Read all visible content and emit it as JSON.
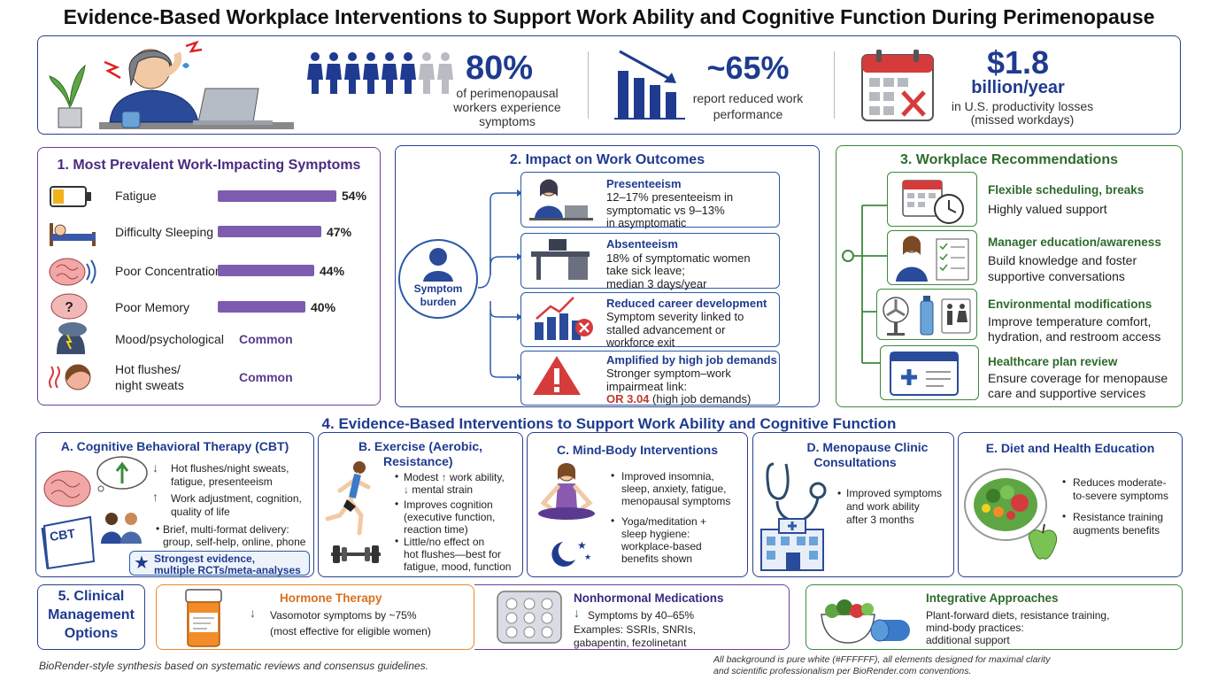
{
  "title": "Evidence-Based Workplace Interventions to Support Work Ability and Cognitive Function During Perimenopause",
  "stats": [
    {
      "value": "80%",
      "desc": "of perimenopausal workers experience symptoms",
      "people_filled": 6,
      "people_total": 8
    },
    {
      "value": "~65%",
      "desc": "report reduced work performance"
    },
    {
      "value": "$1.8",
      "value2": "billion/year",
      "desc": "in U.S. productivity losses (missed workdays)"
    }
  ],
  "symptoms": {
    "title": "1. Most Prevalent Work-Impacting Symptoms",
    "items": [
      {
        "label": "Fatigue",
        "value": "54%",
        "pct": 54,
        "icon": "battery-low-icon"
      },
      {
        "label": "Difficulty Sleeping",
        "value": "47%",
        "pct": 47,
        "icon": "bed-icon"
      },
      {
        "label": "Poor Concentration",
        "value": "44%",
        "pct": 44,
        "icon": "brain-waves-icon"
      },
      {
        "label": "Poor Memory",
        "value": "40%",
        "pct": 40,
        "icon": "brain-question-icon"
      },
      {
        "label": "Mood/psychological",
        "value": "Common",
        "icon": "storm-head-icon"
      },
      {
        "label": "Hot flushes/",
        "label2": "night sweats",
        "value": "Common",
        "icon": "hot-flush-woman-icon"
      }
    ]
  },
  "impact": {
    "title": "2. Impact on Work Outcomes",
    "center_label": "Symptom",
    "center_label2": "burden",
    "items": [
      {
        "title": "Presenteeism",
        "lines": [
          "12–17% presenteeism in",
          "symptomatic vs 9–13%",
          "in asymptomatic"
        ]
      },
      {
        "title": "Absenteeism",
        "lines": [
          "18% of symptomatic women",
          "take sick leave;",
          "median 3 days/year"
        ]
      },
      {
        "title": "Reduced career development",
        "lines": [
          "Symptom severity linked to",
          "stalled advancement or",
          "workforce exit"
        ]
      },
      {
        "title": "Amplified by high job demands",
        "lines": [
          "Stronger symptom–work",
          "impairmeat link:"
        ],
        "or_value": "OR 3.04",
        "or_suffix": " (high job demands)"
      }
    ]
  },
  "recs": {
    "title": "3. Workplace Recommendations",
    "items": [
      {
        "title": "Flexible scheduling, breaks",
        "lines": [
          "Highly valued support"
        ]
      },
      {
        "title": "Manager education/awareness",
        "lines": [
          "Build knowledge and foster",
          "supportive conversations"
        ]
      },
      {
        "title": "Environmental modifications",
        "lines": [
          "Improve temperature comfort,",
          "hydration, and restroom access"
        ]
      },
      {
        "title": "Healthcare plan review",
        "lines": [
          "Ensure coverage for menopause",
          "care and supportive services"
        ]
      }
    ]
  },
  "interventions": {
    "title": "4. Evidence-Based Interventions to Support Work Ability and Cognitive Function",
    "cbt": {
      "title": "A. Cognitive Behavioral Therapy (CBT)",
      "icon_text": "CBT",
      "b1": [
        "Hot flushes/night sweats,",
        "fatigue, presenteeism"
      ],
      "b2": [
        "Work adjustment, cognition,",
        "quality of life"
      ],
      "b3": [
        "Brief, multi-format delivery:",
        "group, self-help, online, phone"
      ],
      "evidence": [
        "Strongest evidence,",
        "multiple RCTs/meta-analyses"
      ]
    },
    "exercise": {
      "title1": "B. Exercise (Aerobic,",
      "title2": "Resistance)",
      "b1a": "Modest",
      "b1b": " work ability,",
      "b1c": "mental strain",
      "b2": [
        "Improves cognition",
        "(executive function,",
        "reaction time)"
      ],
      "b3": [
        "Little/no effect on",
        "hot flushes—best for",
        "fatigue, mood, function"
      ]
    },
    "mindbody": {
      "title": "C. Mind-Body Interventions",
      "b1": [
        "Improved insomnia,",
        "sleep, anxiety, fatigue,",
        "menopausal symptoms"
      ],
      "b2": [
        "Yoga/meditation +",
        "sleep hygiene:",
        "workplace-based",
        "benefits shown"
      ]
    },
    "clinic": {
      "title1": "D. Menopause Clinic",
      "title2": "Consultations",
      "b1": [
        "Improved symptoms",
        "and work ability",
        "after 3 months"
      ]
    },
    "diet": {
      "title": "E. Diet and Health Education",
      "b1": [
        "Reduces moderate-",
        "to-severe symptoms"
      ],
      "b2": [
        "Resistance training",
        "augments benefits"
      ]
    }
  },
  "clinical": {
    "title": [
      "5. Clinical",
      "Management",
      "Options"
    ],
    "hormone": {
      "title": "Hormone Therapy",
      "lines": [
        "Vasomotor symptoms by ~75%",
        "(most effective for eligible women)"
      ]
    },
    "nonhormonal": {
      "title": "Nonhormonal Medications",
      "lines": [
        "Symptoms by 40–65%",
        "Examples: SSRIs, SNRIs,",
        "gabapentin, fezolinetant"
      ]
    },
    "integrative": {
      "title": "Integrative Approaches",
      "lines": [
        "Plant-forward diets, resistance training,",
        "mind-body practices:",
        "additional support"
      ]
    }
  },
  "footer": {
    "left": "BioRender-style synthesis based on systematic reviews and consensus guidelines.",
    "right1": "All  background is pure white (#FFFFFF), all elements designed for maximal clarity",
    "right2": "and scientific professionalism per BioRender.com conventions."
  },
  "colors": {
    "navy": "#1f3b8f",
    "purple": "#6b3fa0",
    "green": "#3b8a3b",
    "orange": "#e68a2e",
    "red": "#c0392b",
    "bar": "#7d5cb0"
  }
}
